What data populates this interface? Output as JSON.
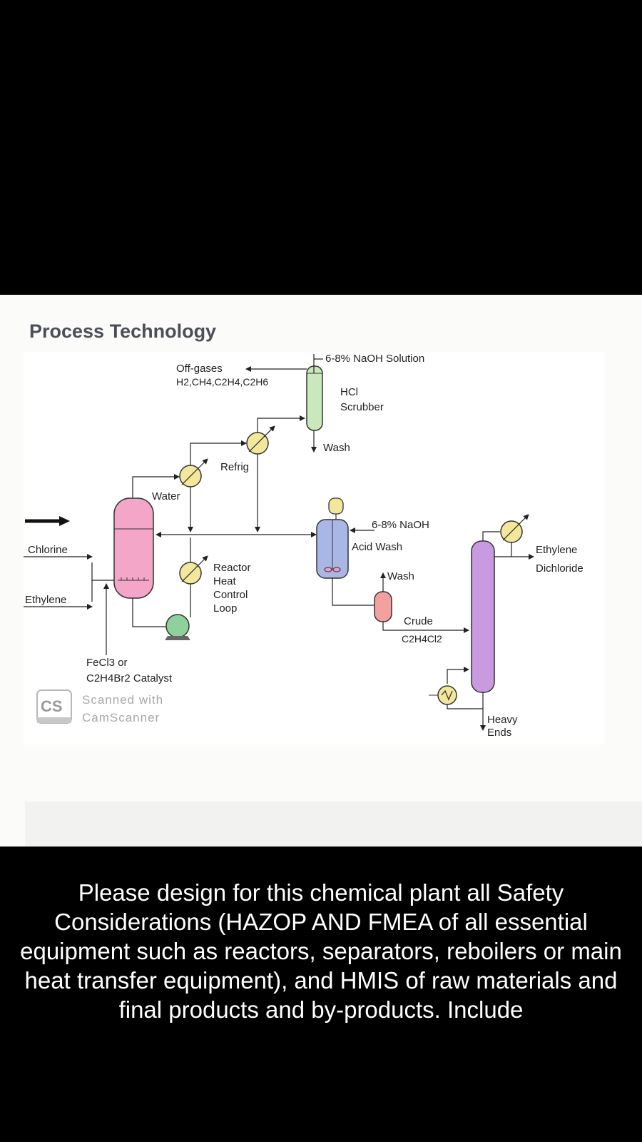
{
  "slide": {
    "title": "Process Technology"
  },
  "diagram": {
    "off_gases_label": "Off-gases",
    "off_gases_formula": "H2,CH4,C2H4,C2H6",
    "naoh_solution_label": "6-8% NaOH Solution",
    "hcl_label": "HCl",
    "scrubber_label": "Scrubber",
    "wash_top_label": "Wash",
    "refrig_label": "Refrig",
    "water_label": "Water",
    "chlorine_label": "Chlorine",
    "ethylene_label": "Ethylene",
    "reactor_label_1": "Reactor",
    "reactor_label_2": "Heat",
    "reactor_label_3": "Control",
    "reactor_label_4": "Loop",
    "naoh_label": "6-8% NaOH",
    "acid_wash_label": "Acid Wash",
    "wash_mid_label": "Wash",
    "crude_label": "Crude",
    "crude_formula": "C2H4Cl2",
    "edc_label_1": "Ethylene",
    "edc_label_2": "Dichloride",
    "heavy_label_1": "Heavy",
    "heavy_label_2": "Ends",
    "catalyst_label_1": "FeCl3 or",
    "catalyst_label_2": "C2H4Br2 Catalyst",
    "watermark_logo": "CS",
    "watermark_line_1": "Scanned with",
    "watermark_line_2": "CamScanner"
  },
  "caption": {
    "text": "Please design for this chemical plant all Safety Considerations (HAZOP AND FMEA of all essential equipment such as reactors, separators, reboilers or main heat transfer equipment), and HMIS of raw materials and final products and by-products. Include"
  },
  "colors": {
    "reactor_fill": "#f4a6c8",
    "scrubber_fill": "#c9e9bd",
    "acid_wash_fill": "#a9b7e6",
    "separator_fill": "#f2a0a0",
    "column_fill": "#c89ae0",
    "exchanger_fill": "#f2e79a",
    "pump_fill": "#8fd19a"
  }
}
